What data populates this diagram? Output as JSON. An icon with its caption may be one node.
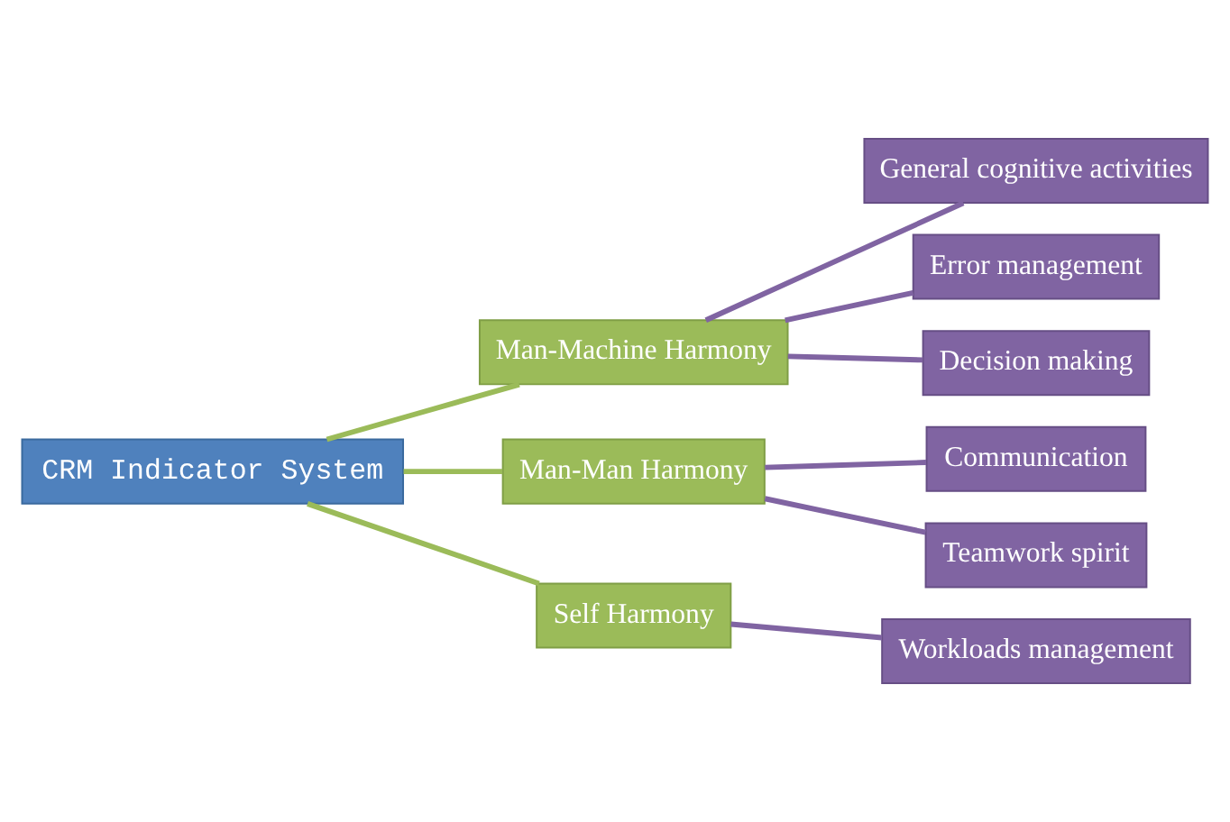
{
  "diagram": {
    "nodes": [
      {
        "text": [
          "CRM Indicator System"
        ]
      },
      {
        "text": [
          "Man-Machine Harmony"
        ]
      },
      {
        "text": [
          "Man-Man Harmony"
        ]
      },
      {
        "text": [
          "Self Harmony"
        ]
      },
      {
        "text": [
          "General cognitive activities"
        ]
      },
      {
        "text": [
          "Error management"
        ]
      },
      {
        "text": [
          "Decision making"
        ]
      },
      {
        "text": [
          "Communication"
        ]
      },
      {
        "text": [
          "Teamwork spirit"
        ]
      },
      {
        "text": [
          "Workloads management"
        ]
      }
    ],
    "edges": [
      {
        "from": 0,
        "to": 1,
        "arrow": "none",
        "color": "#9bbb59"
      },
      {
        "from": 0,
        "to": 2,
        "arrow": "none",
        "color": "#9bbb59"
      },
      {
        "from": 0,
        "to": 3,
        "arrow": "none",
        "color": "#9bbb59"
      },
      {
        "from": 1,
        "to": 4,
        "arrow": "none"
      },
      {
        "from": 1,
        "to": 5,
        "arrow": "none"
      },
      {
        "from": 1,
        "to": 6,
        "arrow": "none"
      },
      {
        "from": 2,
        "to": 7,
        "arrow": "none"
      },
      {
        "from": 2,
        "to": 8,
        "arrow": "none"
      },
      {
        "from": 3,
        "to": 9,
        "arrow": "none"
      }
    ]
  }
}
